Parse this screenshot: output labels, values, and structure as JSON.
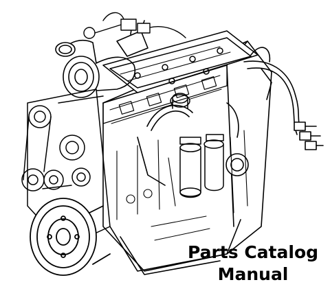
{
  "caption": {
    "line1": "Parts Catalog",
    "line2": "Manual"
  },
  "illustration": {
    "subject": "engine-line-drawing",
    "stroke_color": "#000000",
    "fill_color": "#ffffff"
  }
}
